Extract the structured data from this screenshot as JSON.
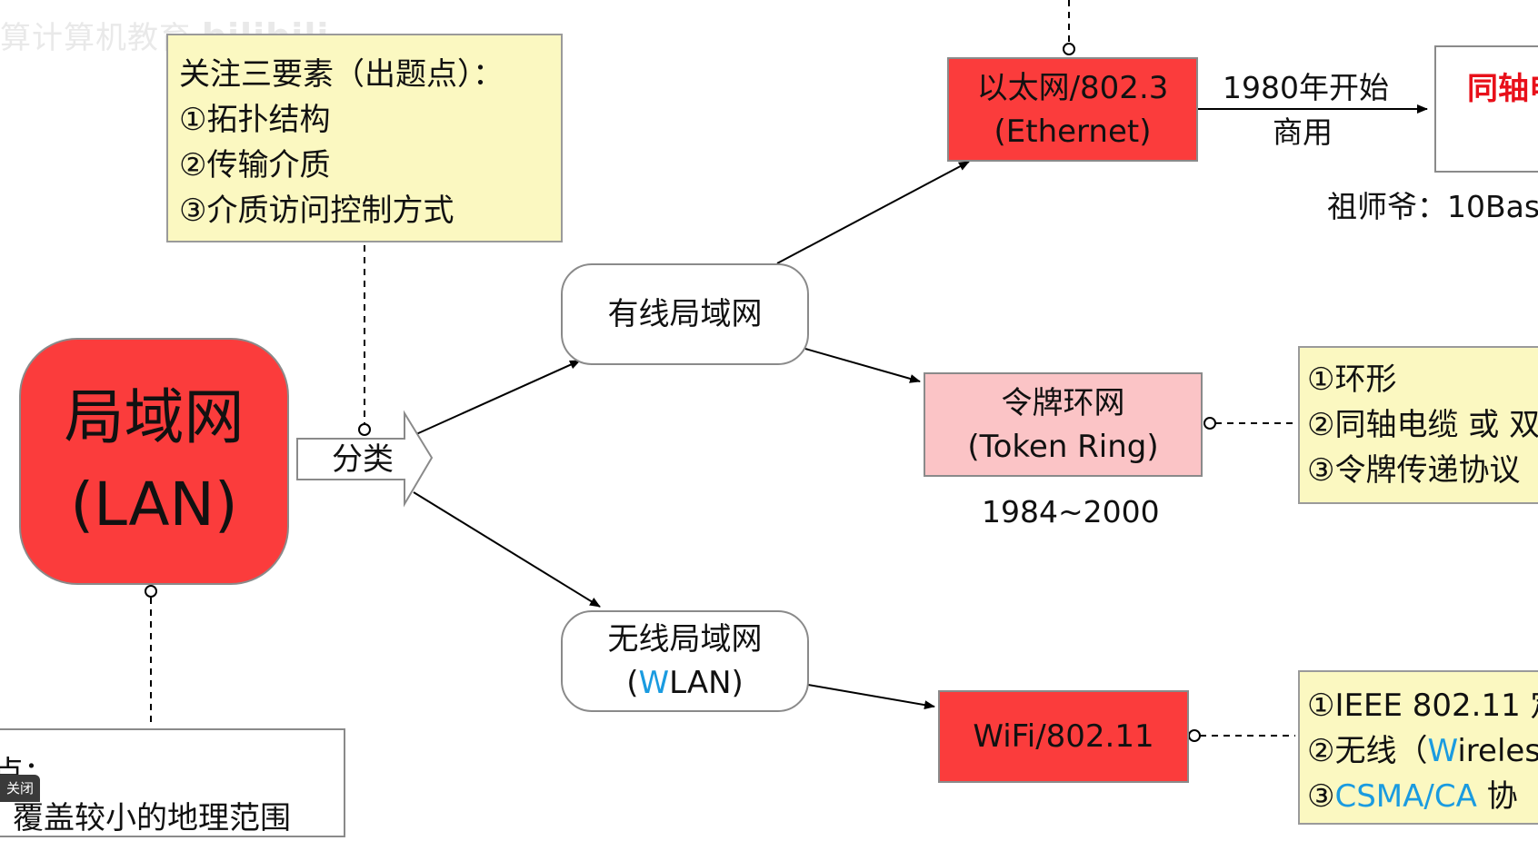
{
  "watermark": {
    "text": "算计算机教育",
    "logo": "bilibili"
  },
  "main_node": {
    "line1": "局域网",
    "line2": "(LAN)"
  },
  "arrow_label": "分类",
  "note_top": {
    "title": "关注三要素（出题点）：",
    "items": [
      "①拓扑结构",
      "②传输介质",
      "③介质访问控制方式"
    ]
  },
  "wired": {
    "label": "有线局域网"
  },
  "wireless": {
    "line1": "无线局域网",
    "line2_open": "(",
    "line2_highlight": "W",
    "line2_rest": "LAN)"
  },
  "ethernet": {
    "line1": "以太网/802.3",
    "line2": "(Ethernet)"
  },
  "ethernet_edge": {
    "line1": "1980年开始",
    "line2": "商用"
  },
  "coax_box": {
    "text": "同轴电"
  },
  "ancestor_label": "祖师爷：10Bas",
  "token_ring": {
    "line1": "令牌环网",
    "line2": "(Token Ring)",
    "years": "1984~2000"
  },
  "token_note": {
    "items": [
      "①环形",
      "②同轴电缆 或 双",
      "③令牌传递协议"
    ]
  },
  "wifi": {
    "label": "WiFi/802.11"
  },
  "wifi_note": {
    "item1": "①IEEE 802.11 定",
    "item2_a": "②无线（",
    "item2_highlight": "W",
    "item2_b": "ireles",
    "item3_a": "③",
    "item3_highlight": "CSMA/CA",
    "item3_b": " 协"
  },
  "bottom_note": {
    "line1": "点：",
    "line2": "覆盖较小的地理范围"
  },
  "close_chip": "关闭",
  "colors": {
    "red": "#fb3c3c",
    "pink": "#fbc4c6",
    "note_yellow": "#fbf8c1",
    "highlight_blue": "#1a9be0",
    "coax_red": "#e8101a"
  }
}
